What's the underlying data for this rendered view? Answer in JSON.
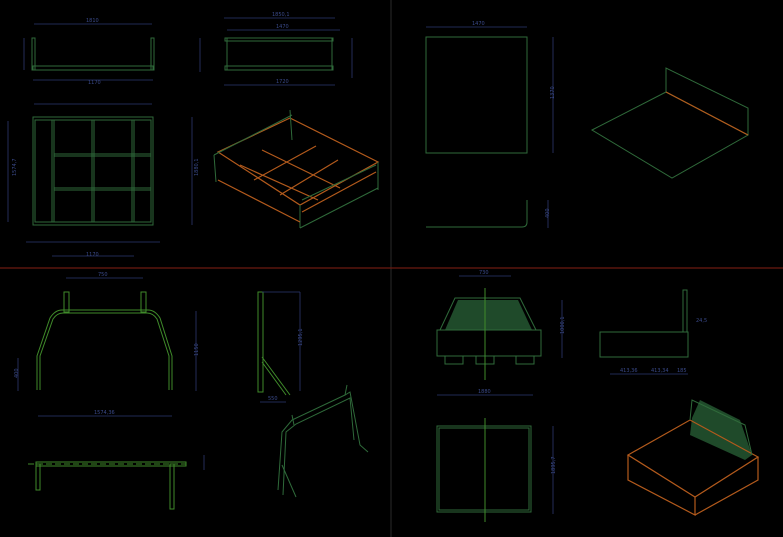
{
  "drawing": {
    "colors": {
      "background": "#000000",
      "geometry": "#2f6a3a",
      "dimension": "#2c3870",
      "highlight": "#b35a1c",
      "divider": "#6b1a10"
    },
    "dims": {
      "front_width": "1810",
      "side_overall": "1850,1",
      "side_inner": "1470",
      "side_bottom": "1720",
      "plan_bottom": "1170",
      "plan_left": "1574,7",
      "plan_right": "1880,1",
      "panel_width": "1470",
      "panel_height": "1370",
      "panel_small": "400",
      "rack_top": "750",
      "rack_height": "1150",
      "rack_bottom": "1574,36",
      "rack_side": "400",
      "rack_side_h": "1295,1",
      "rack_base": "550",
      "truck_top": "730",
      "truck_width": "1880",
      "truck_height": "1895,7",
      "truck_side_h": "1000,1",
      "side_a": "413,36",
      "side_b": "413,34",
      "side_c": "185",
      "post": "24,5"
    }
  }
}
